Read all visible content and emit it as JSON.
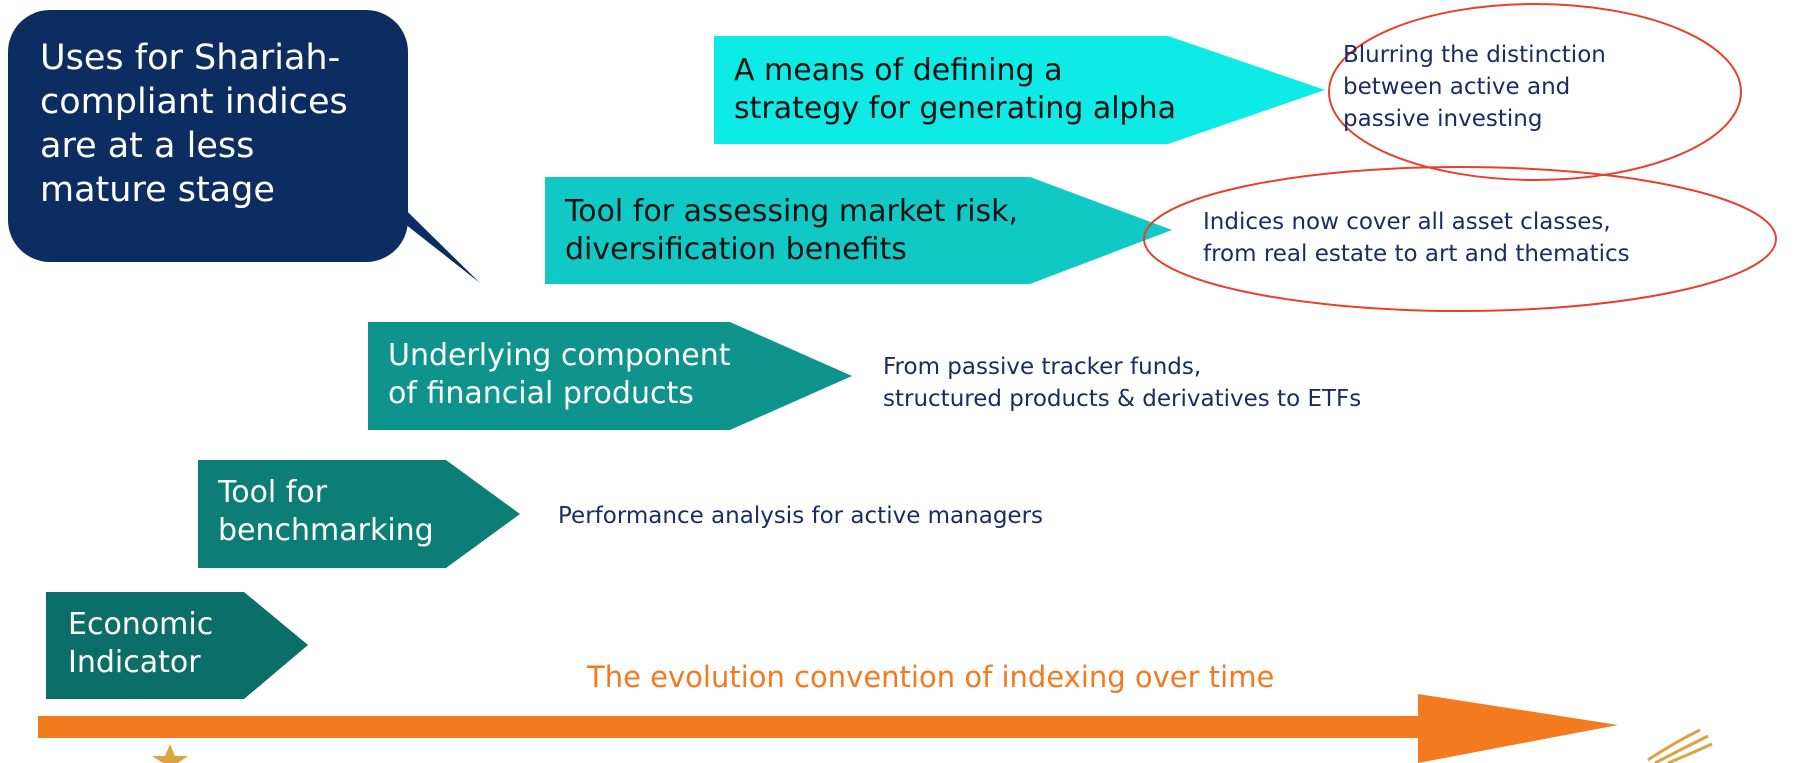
{
  "callout": {
    "text": "Uses for Shariah-compliant indices are at a less mature stage",
    "color": "#0c2d62"
  },
  "steps": [
    {
      "label_line1": "Economic",
      "label_line2": "Indicator",
      "color": "#0c6e68"
    },
    {
      "label_line1": "Tool for",
      "label_line2": "benchmarking",
      "color": "#0c7e76"
    },
    {
      "label_line1": "Underlying component",
      "label_line2": "of financial products",
      "color": "#0e948c"
    },
    {
      "label_line1": "Tool for assessing market risk,",
      "label_line2": "diversification benefits",
      "color": "#10c9c4"
    },
    {
      "label_line1": "A means of defining a",
      "label_line2": "strategy for generating alpha",
      "color": "#0eeae6"
    }
  ],
  "descriptions": [
    {
      "line1": "Performance analysis for active managers"
    },
    {
      "line1": "From passive tracker funds,",
      "line2": "structured products & derivatives to ETFs"
    },
    {
      "line1": "Indices now cover all asset classes,",
      "line2": "from real estate to art and thematics"
    },
    {
      "line1": "Blurring the distinction",
      "line2": "between active and",
      "line3": "passive investing"
    }
  ],
  "timeline": {
    "caption": "The evolution convention of indexing over time",
    "color": "#f47a1f"
  },
  "colors": {
    "description_text": "#1a2d63",
    "highlight_ellipse": "#e8402a",
    "logo_gold": "#d9a441"
  },
  "icons": [
    "star-logo-icon",
    "swoosh-logo-icon"
  ]
}
